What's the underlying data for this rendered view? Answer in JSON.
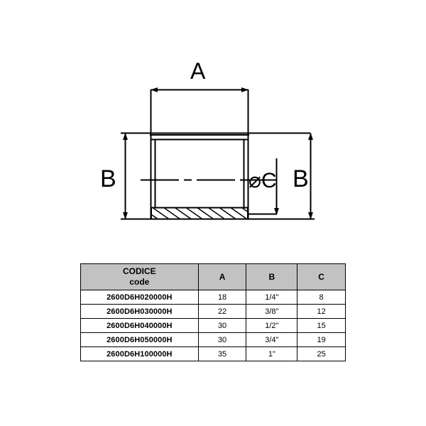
{
  "drawing": {
    "title": "sectional-fitting-drawing",
    "labels": {
      "a": "A",
      "b_left": "B",
      "b_right": "B",
      "c": "⌀C"
    },
    "line_color": "#000000",
    "hatch_color": "#000000"
  },
  "table": {
    "columns": [
      {
        "key": "code",
        "label_line1": "CODICE",
        "label_line2": "code"
      },
      {
        "key": "a",
        "label": "A"
      },
      {
        "key": "b",
        "label": "B"
      },
      {
        "key": "c",
        "label": "C"
      }
    ],
    "header_background": "#c2c2c2",
    "rows": [
      {
        "code": "2600D6H020000H",
        "a": "18",
        "b": "1/4\"",
        "c": "8"
      },
      {
        "code": "2600D6H030000H",
        "a": "22",
        "b": "3/8\"",
        "c": "12"
      },
      {
        "code": "2600D6H040000H",
        "a": "30",
        "b": "1/2\"",
        "c": "15"
      },
      {
        "code": "2600D6H050000H",
        "a": "30",
        "b": "3/4\"",
        "c": "19"
      },
      {
        "code": "2600D6H100000H",
        "a": "35",
        "b": "1\"",
        "c": "25"
      }
    ]
  }
}
